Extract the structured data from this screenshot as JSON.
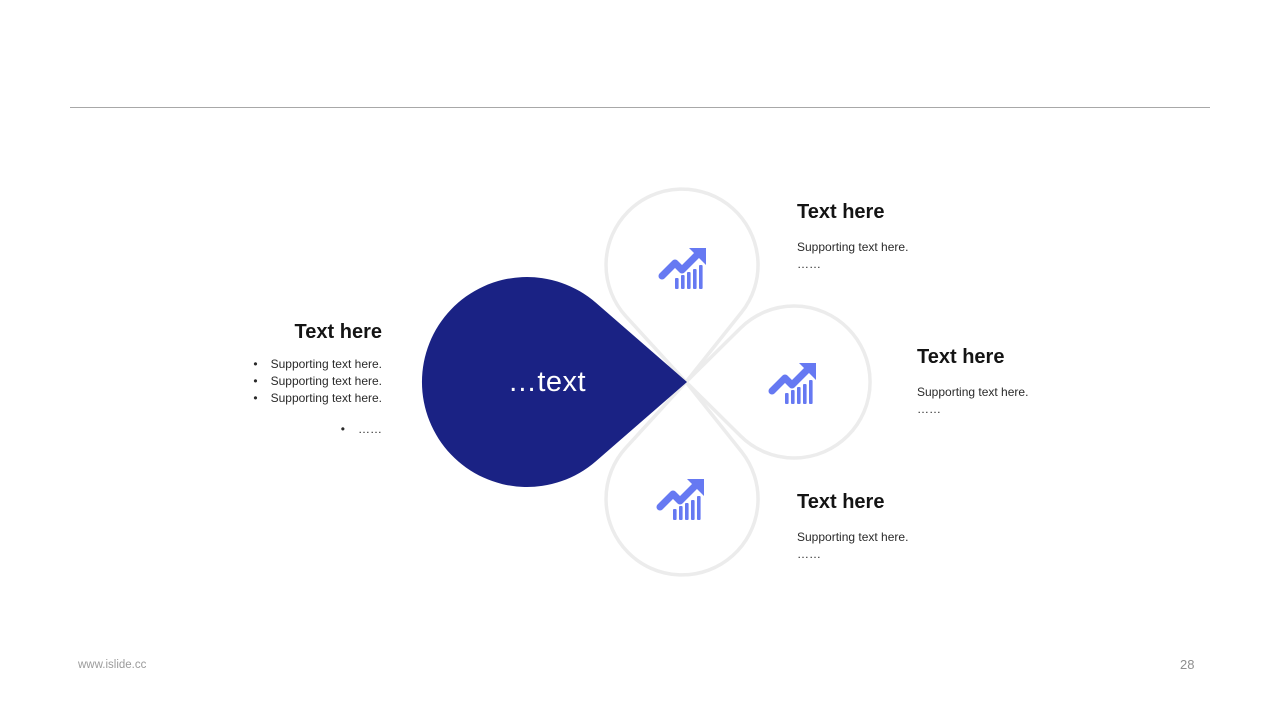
{
  "colors": {
    "primary_navy": "#1A2284",
    "accent_blue": "#6679F2",
    "petal_outline": "#ECECEC",
    "rule_gray": "#A8A8A8",
    "footer_gray": "#9B9B9B"
  },
  "center_petal": {
    "label": "…text"
  },
  "left_block": {
    "title": "Text here",
    "bullet_char": "•",
    "bullets": [
      "Supporting text here.",
      "Supporting text here.",
      "Supporting text here."
    ],
    "more": "……"
  },
  "right_blocks": [
    {
      "title": "Text here",
      "supporting": "Supporting text here.",
      "more": "……"
    },
    {
      "title": "Text here",
      "supporting": "Supporting text here.",
      "more": "……"
    },
    {
      "title": "Text here",
      "supporting": "Supporting text here.",
      "more": "……"
    }
  ],
  "icons": {
    "petal_icon": "trending-up-chart-icon"
  },
  "footer": {
    "url": "www.islide.cc",
    "page_number": "28"
  }
}
